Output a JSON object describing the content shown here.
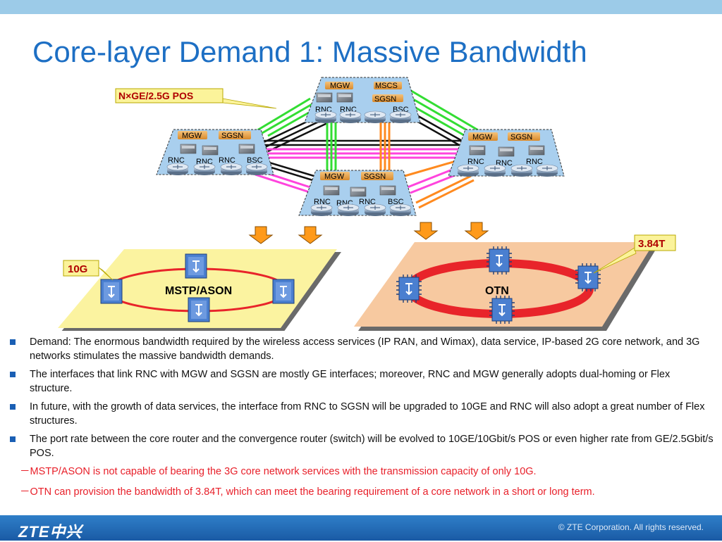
{
  "title": "Core-layer Demand 1: Massive Bandwidth",
  "labels": {
    "pos_link": "N×GE/2.5G POS",
    "mstp_rate": "10G",
    "otn_rate": "3.84T",
    "mstp_ring": "MSTP/ASON",
    "otn_ring": "OTN"
  },
  "clusters": {
    "top": {
      "mgw": "MGW",
      "mscs": "MSCS",
      "sgsn": "SGSN",
      "rnc1": "RNC",
      "rnc2": "RNC",
      "bsc": "BSC"
    },
    "left": {
      "mgw": "MGW",
      "sgsn": "SGSN",
      "rnc1": "RNC",
      "rnc2": "RNC",
      "rnc3": "RNC",
      "bsc": "BSC"
    },
    "right": {
      "mgw": "MGW",
      "sgsn": "SGSN",
      "rnc1": "RNC",
      "rnc2": "RNC",
      "rnc3": "RNC"
    },
    "bottom": {
      "mgw": "MGW",
      "sgsn": "SGSN",
      "rnc1": "RNC",
      "rnc2": "RNC",
      "rnc3": "RNC",
      "bsc": "BSC"
    }
  },
  "bullets": [
    "Demand: The enormous bandwidth required by the wireless access services (IP RAN, and Wimax), data service, IP-based 2G core network, and 3G networks stimulates the massive bandwidth demands.",
    "The interfaces that link RNC with MGW and SGSN are mostly GE interfaces; moreover, RNC and MGW generally adopts dual-homing or Flex structure.",
    "In future, with the growth of data services, the interface from RNC to SGSN will be upgraded to 10GE and RNC will also adopt a great number of Flex structures.",
    "The port rate between the core router and the convergence router (switch) will be evolved to 10GE/10Gbit/s POS or even higher rate from GE/2.5Gbit/s POS."
  ],
  "sub_points": [
    "－MSTP/ASON is not capable of bearing the 3G core network services with the transmission capacity of only 10G.",
    "－OTN can provision the bandwidth of 3.84T, which can meet the bearing requirement of a core network in a short or long term."
  ],
  "footer": {
    "logo": "ZTE中兴",
    "copyright": "© ZTE Corporation. All rights reserved."
  },
  "colors": {
    "title": "#1d6fc4",
    "cluster_fill": "#a9cfee",
    "mstp_platform": "#fbf3a0",
    "otn_platform": "#f7c9a0",
    "ring": "#e8242a",
    "link_green": "#33dd33",
    "link_magenta": "#ff44dd",
    "link_orange": "#ff8a1f",
    "link_black": "#111111",
    "sub_points": "#e8202a"
  }
}
